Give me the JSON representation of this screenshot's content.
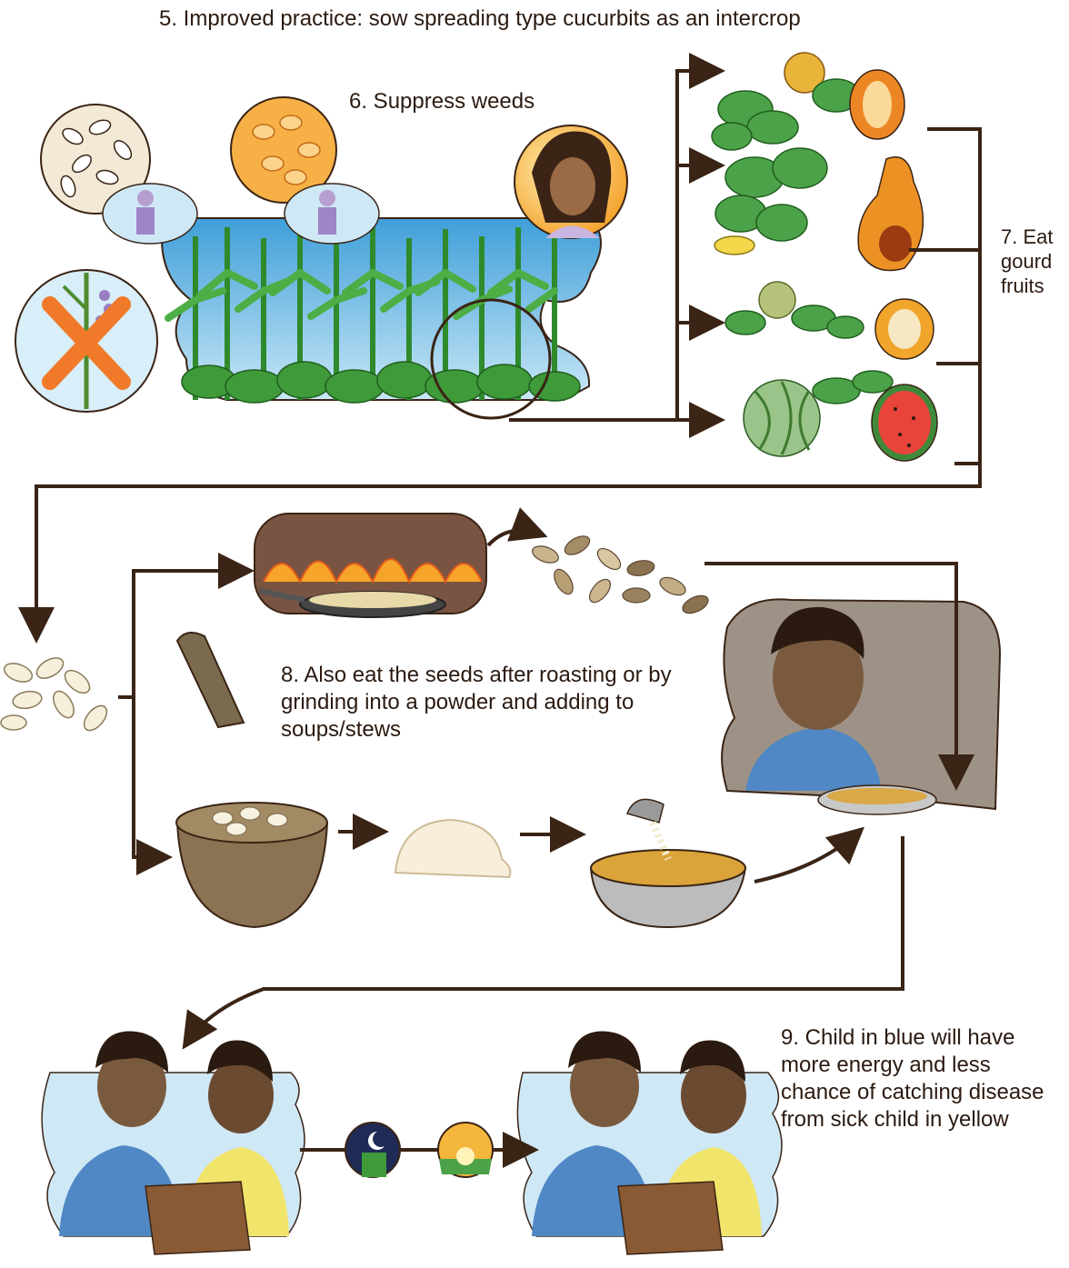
{
  "steps": {
    "step5": "5. Improved practice: sow spreading type cucurbits as an intercrop",
    "step6": "6. Suppress weeds",
    "step7": "7. Eat gourd fruits",
    "step8": "8. Also eat the seeds after roasting or by grinding into a powder and adding to soups/stews",
    "step9": "9. Child in blue will have more energy and less chance of catching disease from sick child in yellow"
  },
  "colors": {
    "line": "#3a2415",
    "sky": "#4da6dc",
    "leaf": "#3f9a3a",
    "pumpkin": "#e8851f",
    "melon": "#e3473b",
    "seed": "#efe6cf",
    "skin": "#7a5a3e",
    "shirt_blue": "#4f88c4",
    "shirt_yellow": "#f1e46a",
    "cross": "#f07a2a"
  }
}
